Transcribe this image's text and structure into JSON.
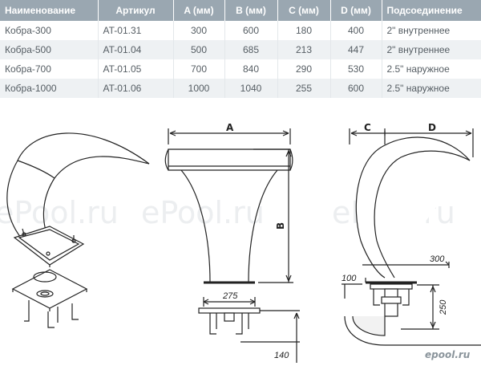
{
  "table": {
    "headers": [
      "Наименование",
      "Артикул",
      "A (мм)",
      "B (мм)",
      "C (мм)",
      "D (мм)",
      "Подсоединение"
    ],
    "rows": [
      [
        "Кобра-300",
        "AT-01.31",
        "300",
        "600",
        "180",
        "400",
        "2\" внутреннее"
      ],
      [
        "Кобра-500",
        "AT-01.04",
        "500",
        "685",
        "213",
        "447",
        "2\" внутреннее"
      ],
      [
        "Кобра-700",
        "AT-01.05",
        "700",
        "840",
        "290",
        "530",
        "2.5\" наружное"
      ],
      [
        "Кобра-1000",
        "AT-01.06",
        "1000",
        "1040",
        "255",
        "600",
        "2.5\" наружное"
      ]
    ]
  },
  "drawing": {
    "label_a": "A",
    "label_b": "B",
    "label_c": "C",
    "label_d": "D",
    "dim_275": "275",
    "dim_140": "140",
    "dim_300": "300",
    "dim_100": "100",
    "dim_250": "250"
  },
  "watermark": "ePool.ru",
  "logo": "epool.ru"
}
